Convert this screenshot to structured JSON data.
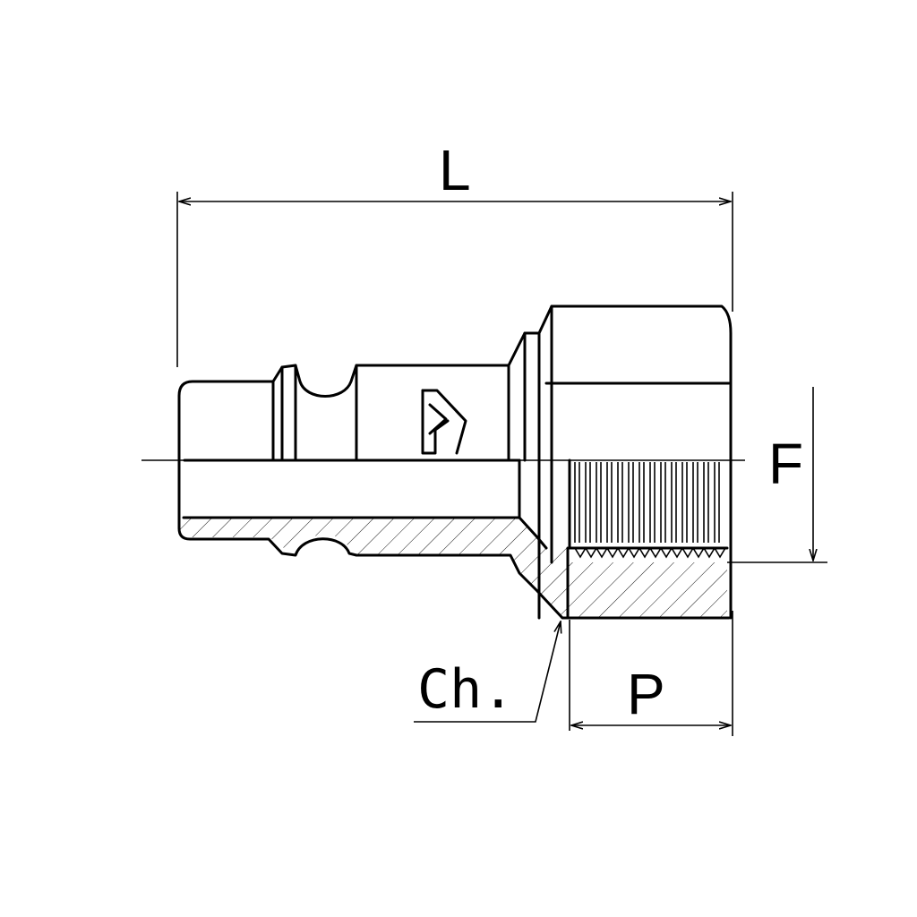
{
  "labels": {
    "length": "L",
    "thread_depth": "F",
    "chamfer": "Ch.",
    "thread_length": "P"
  },
  "colors": {
    "line": "#000000",
    "background": "#ffffff"
  },
  "icons": {
    "brand_mark": "triangle-chevron-logo"
  }
}
